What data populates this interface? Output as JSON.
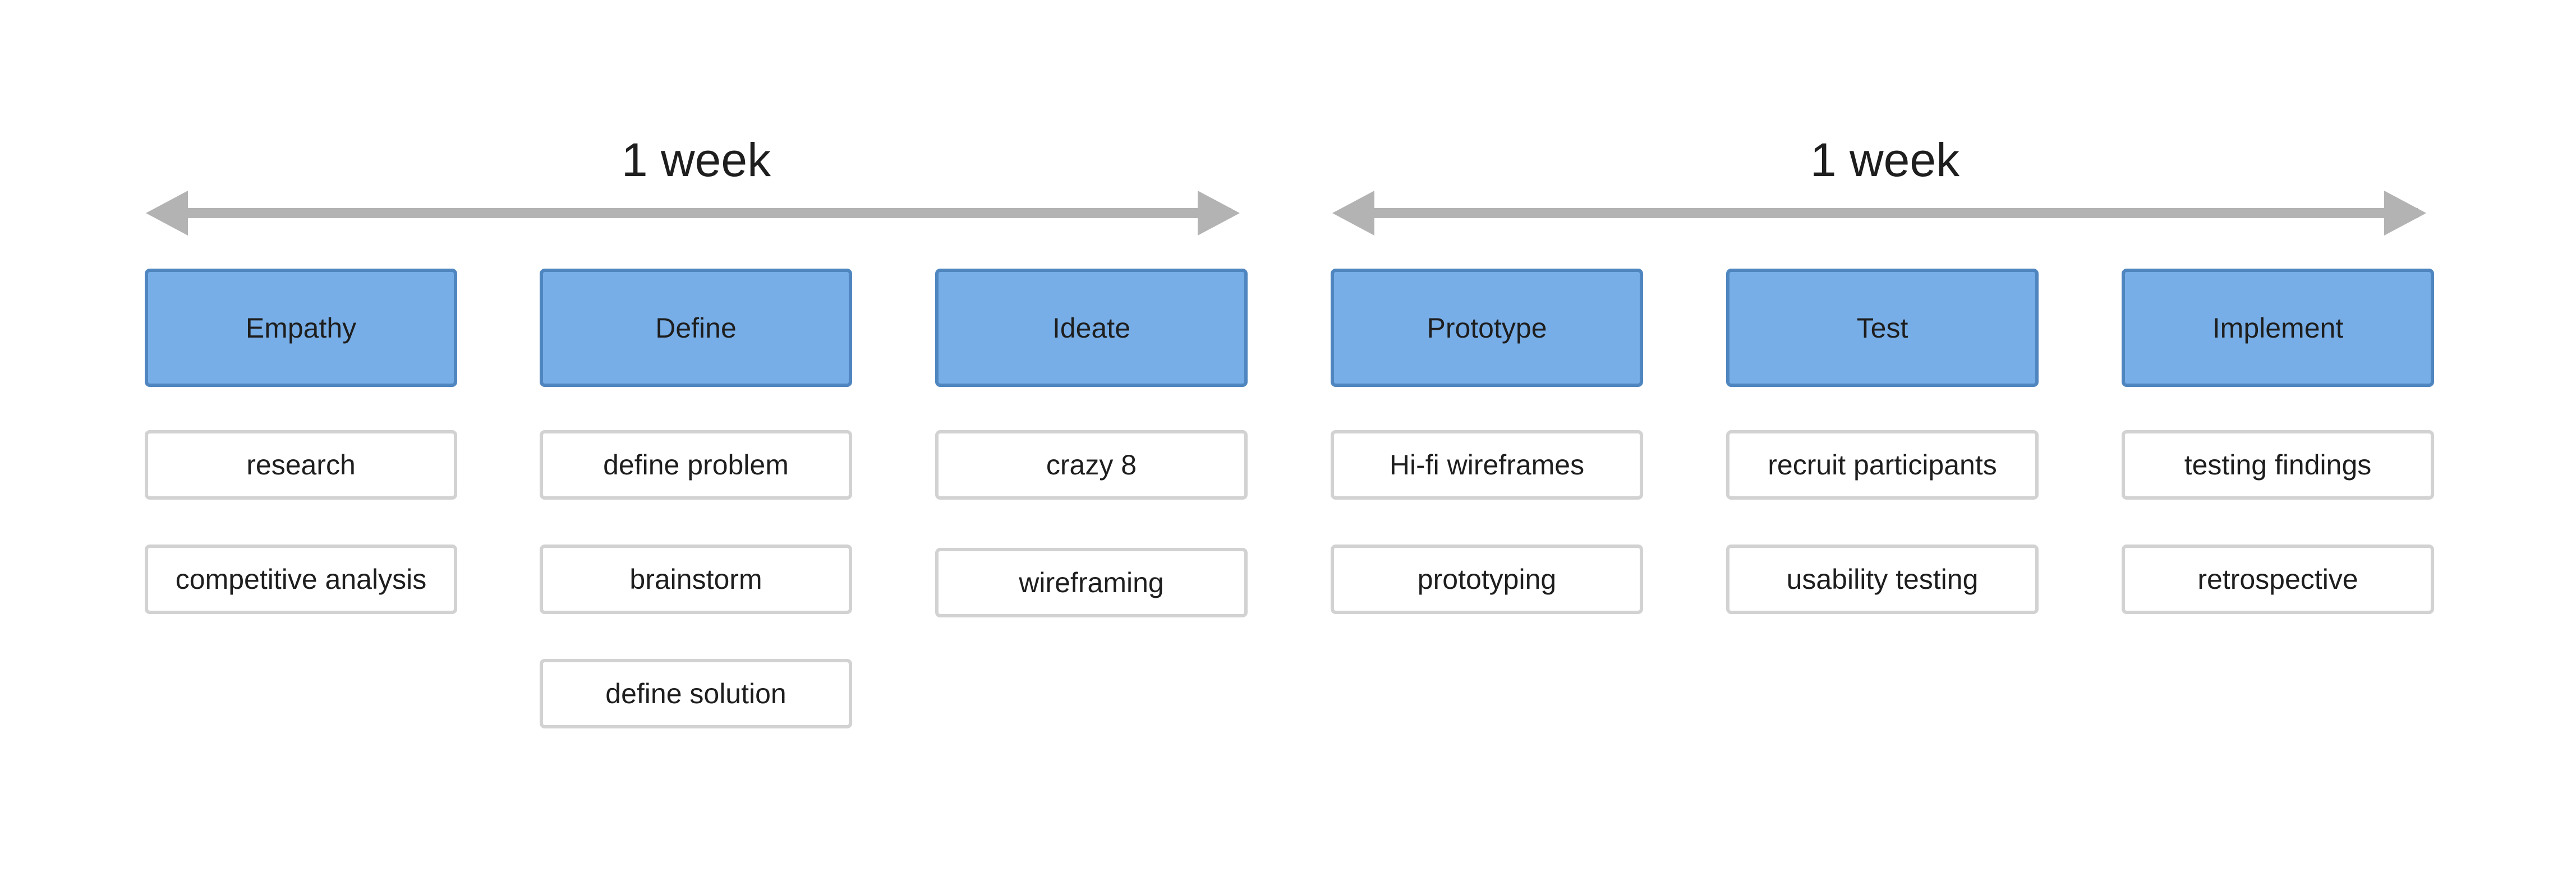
{
  "timeline": {
    "weeks": [
      {
        "label": "1 week"
      },
      {
        "label": "1 week"
      }
    ]
  },
  "phases": [
    {
      "label": "Empathy",
      "tasks": [
        "research",
        "competitive analysis"
      ]
    },
    {
      "label": "Define",
      "tasks": [
        "define problem",
        "brainstorm",
        "define solution"
      ]
    },
    {
      "label": "Ideate",
      "tasks": [
        "crazy 8",
        "wireframing"
      ]
    },
    {
      "label": "Prototype",
      "tasks": [
        "Hi-fi wireframes",
        "prototyping"
      ]
    },
    {
      "label": "Test",
      "tasks": [
        "recruit participants",
        "usability testing"
      ]
    },
    {
      "label": "Implement",
      "tasks": [
        "testing findings",
        "retrospective"
      ]
    }
  ],
  "colors": {
    "phase_fill": "#78aee7",
    "phase_border": "#4f86c0",
    "task_border": "#d2d2d2",
    "arrow": "#b3b3b3",
    "text": "#1e1e1e"
  }
}
